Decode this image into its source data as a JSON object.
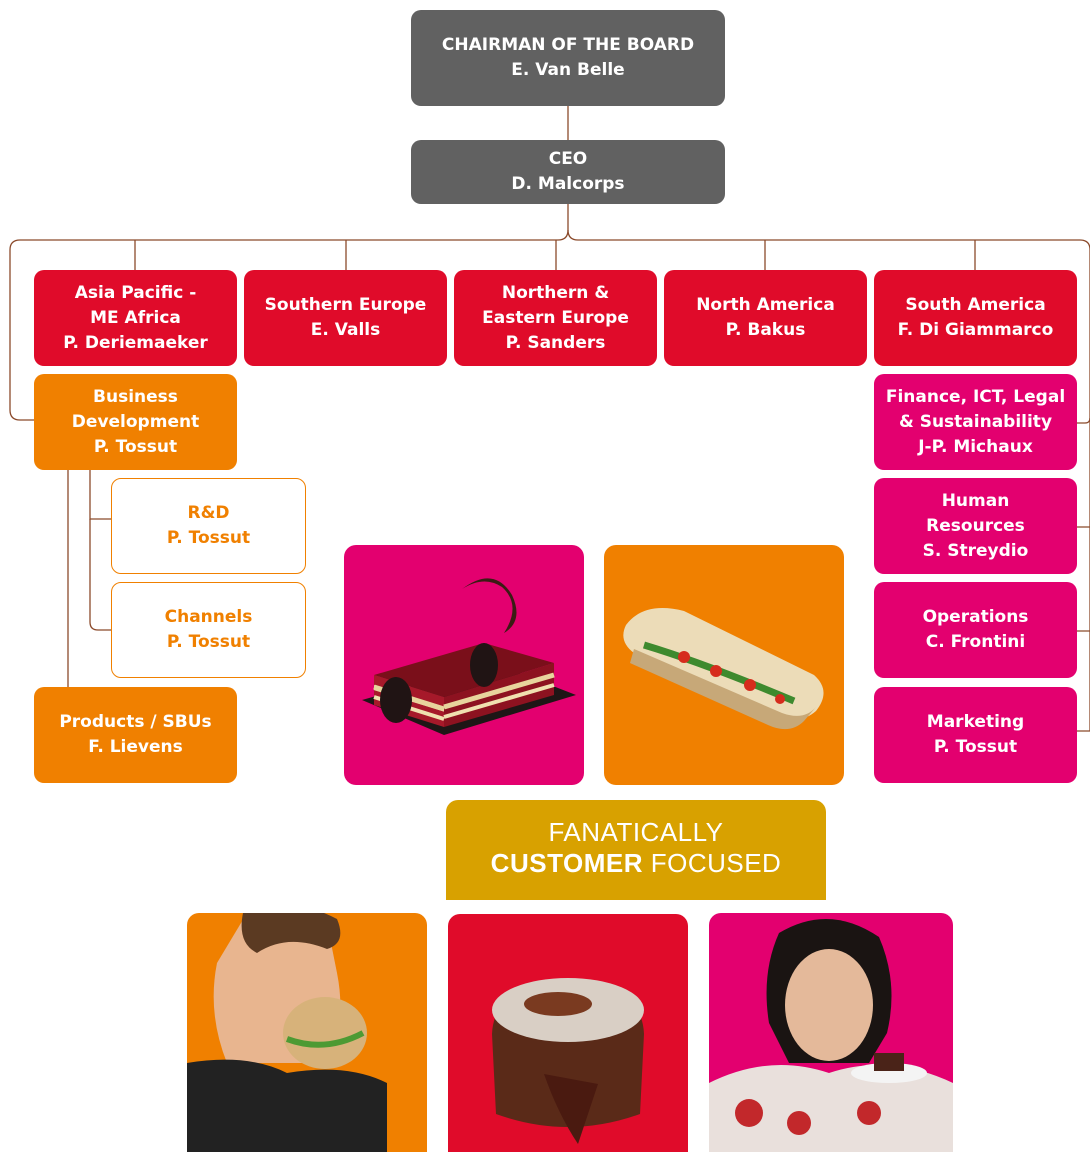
{
  "chairman": {
    "role": "CHAIRMAN OF THE BOARD",
    "name": "E. Van Belle"
  },
  "ceo": {
    "role": "CEO",
    "name": "D. Malcorps"
  },
  "regions": [
    {
      "line1": "Asia Pacific -",
      "line2": "ME Africa",
      "line3": "P. Deriemaeker"
    },
    {
      "line1": "Southern Europe",
      "line2": "E. Valls"
    },
    {
      "line1": "Northern &",
      "line2": "Eastern Europe",
      "line3": "P. Sanders"
    },
    {
      "line1": "North America",
      "line2": "P. Bakus"
    },
    {
      "line1": "South America",
      "line2": "F. Di Giammarco"
    }
  ],
  "business_development": {
    "line1": "Business",
    "line2": "Development",
    "line3": "P. Tossut"
  },
  "rnd": {
    "line1": "R&D",
    "line2": "P. Tossut"
  },
  "channels": {
    "line1": "Channels",
    "line2": "P. Tossut"
  },
  "products": {
    "line1": "Products / SBUs",
    "line2": "F. Lievens"
  },
  "functions": [
    {
      "line1": "Finance, ICT, Legal",
      "line2": "& Sustainability",
      "line3": "J-P. Michaux"
    },
    {
      "line1": "Human",
      "line2": "Resources",
      "line3": "S. Streydio"
    },
    {
      "line1": "Operations",
      "line2": "C. Frontini"
    },
    {
      "line1": "Marketing",
      "line2": "P. Tossut"
    }
  ],
  "banner": {
    "line1": "FANATICALLY",
    "bold": "CUSTOMER",
    "rest": " FOCUSED"
  },
  "colors": {
    "grey": "#616161",
    "red": "#e00b2a",
    "orange": "#f08000",
    "pink": "#e3006f",
    "gold": "#d8a100",
    "connector": "#8b4a2b"
  },
  "photos": [
    "layered-cake-photo",
    "sandwich-photo",
    "man-eating-sandwich-photo",
    "lava-cake-photo",
    "woman-eating-cake-photo"
  ]
}
